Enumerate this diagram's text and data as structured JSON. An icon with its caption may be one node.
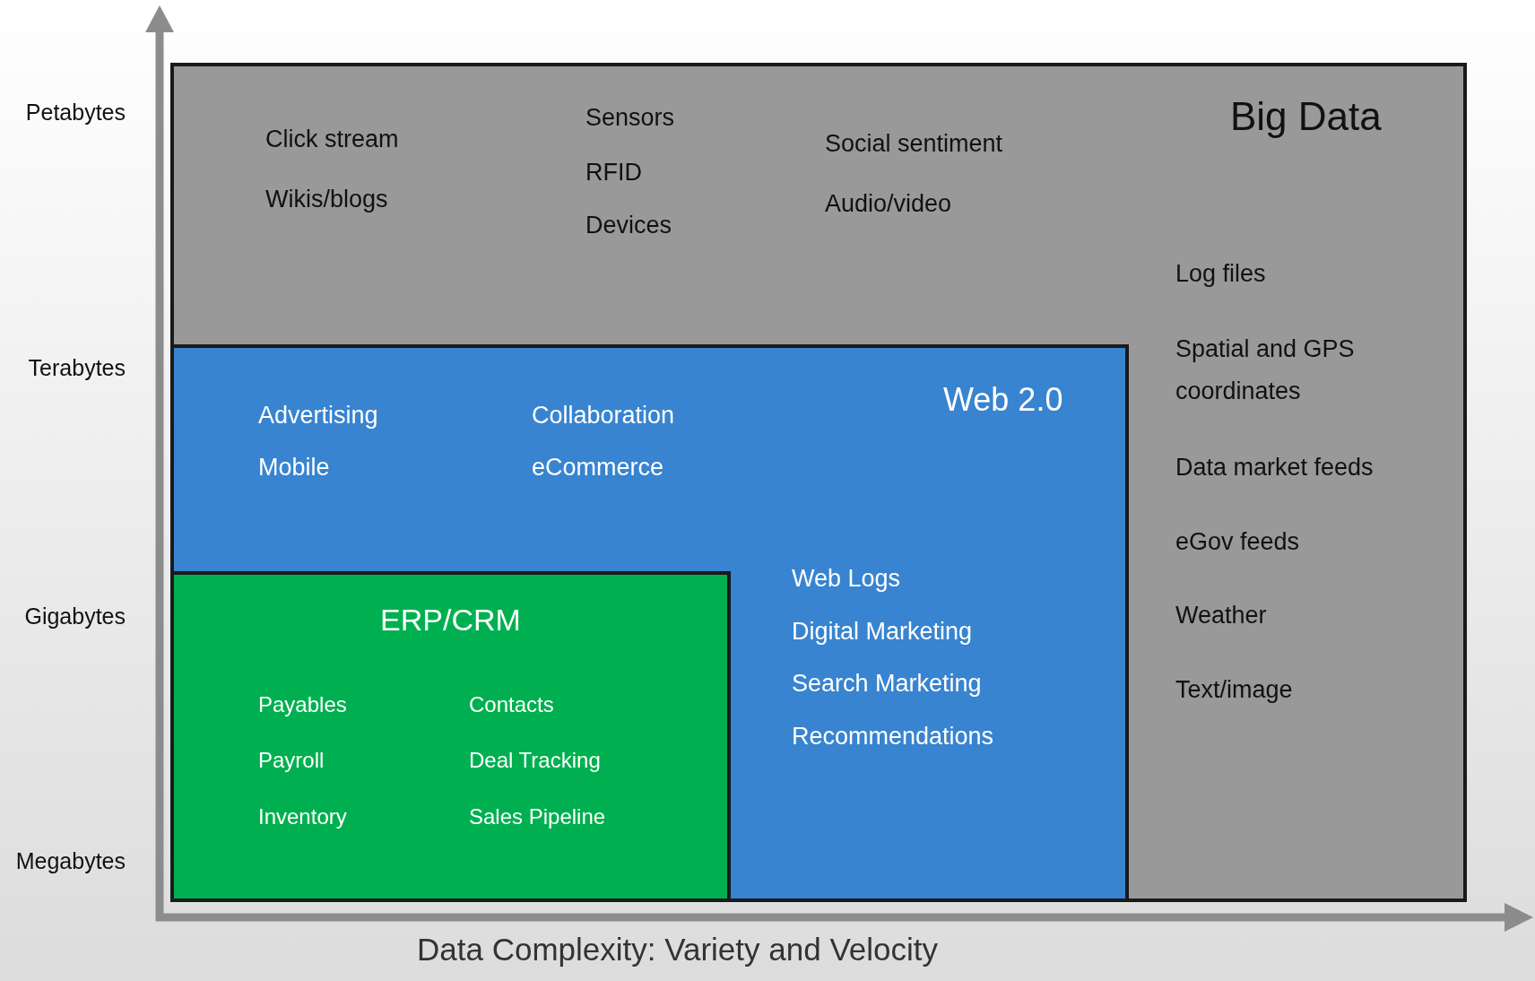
{
  "diagram": {
    "nodes": [
      {
        "text": [
          "Big Data",
          "Click stream",
          "Wikis/blogs",
          "Sensors",
          "RFID",
          "Devices",
          "Social sentiment",
          "Audio/video",
          "Log files",
          "Spatial and GPS coordinates",
          "Data market feeds",
          "eGov feeds",
          "Weather",
          "Text/image"
        ]
      },
      {
        "text": [
          "Web 2.0",
          "Advertising",
          "Mobile",
          "Collaboration",
          "eCommerce",
          "Web Logs",
          "Digital Marketing",
          "Search Marketing",
          "Recommendations"
        ],
        "in": 0
      },
      {
        "text": [
          "ERP/CRM",
          "Payables",
          "Payroll",
          "Inventory",
          "Contacts",
          "Deal Tracking",
          "Sales Pipeline"
        ],
        "in": 1
      }
    ],
    "labels": [
      "Petabytes",
      "Terabytes",
      "Gigabytes",
      "Megabytes",
      "Data Complexity: Variety and Velocity"
    ]
  }
}
